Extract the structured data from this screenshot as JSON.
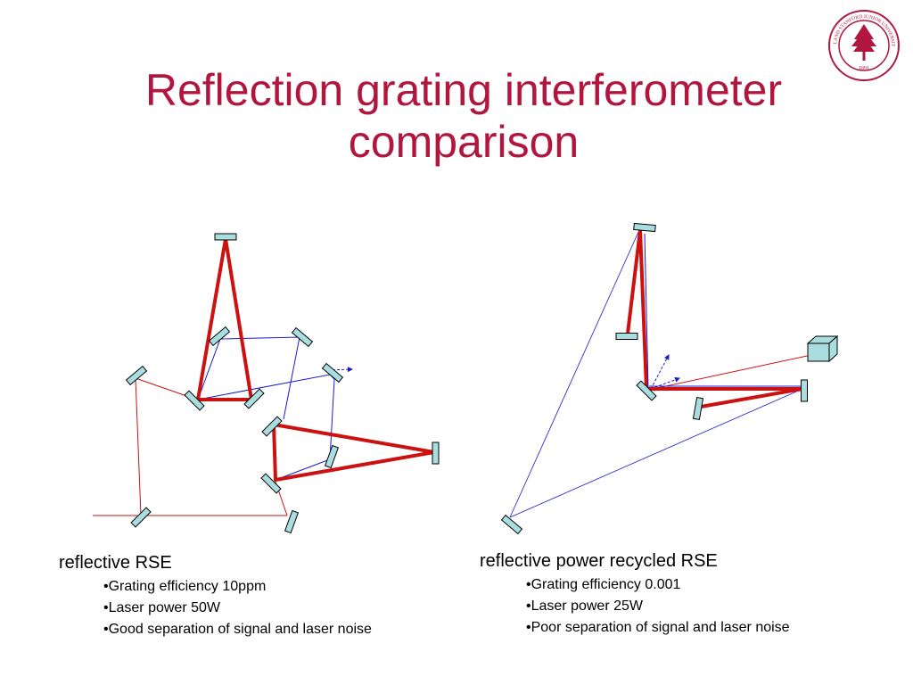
{
  "slide": {
    "title_line1": "Reflection grating interferometer",
    "title_line2": "comparison"
  },
  "logo": {
    "top_text": "LELAND STANFORD JUNIOR UNIVERSITY",
    "year": "1891"
  },
  "captions": {
    "left": {
      "title": "reflective RSE",
      "bullets": [
        "Grating efficiency 10ppm",
        "Laser power 50W",
        "Good separation of signal and laser noise"
      ]
    },
    "right": {
      "title": "reflective power recycled RSE",
      "bullets": [
        "Grating efficiency 0.001",
        "Laser power 25W",
        "Poor separation of signal and laser noise"
      ]
    }
  },
  "colors": {
    "title": "#b1163f",
    "beam_high": "#cc1111",
    "beam_low": "#1a1acc",
    "optic_fill": "#a9dde0",
    "seal": "#b1163f"
  }
}
